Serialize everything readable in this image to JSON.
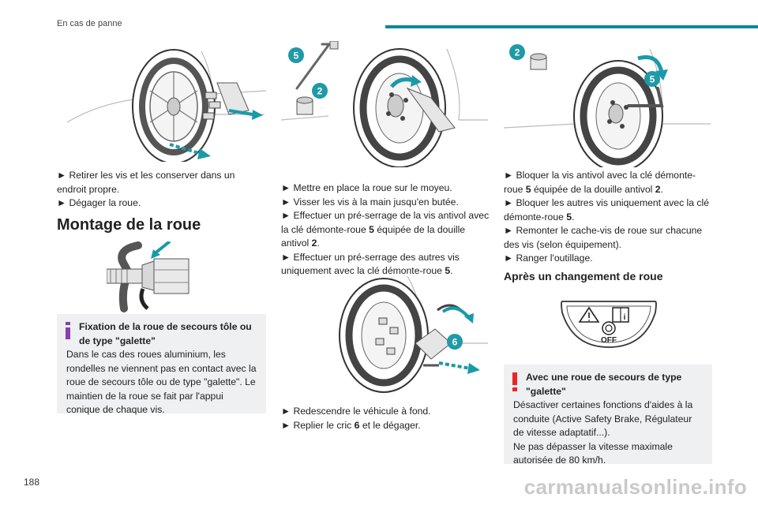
{
  "header": {
    "section": "En cas de panne"
  },
  "page_number": "188",
  "watermark": "carmanualsonline.info",
  "col1": {
    "steps": [
      "► Retirer les vis et les conserver dans un endroit propre.",
      "► Dégager la roue."
    ],
    "heading": "Montage de la roue",
    "note": {
      "title": "Fixation de la roue de secours tôle ou de type \"galette\"",
      "body": "Dans le cas des roues aluminium, les rondelles ne viennent pas en contact avec la roue de secours tôle ou de type \"galette\". Le maintien de la roue se fait par l'appui conique de chaque vis."
    }
  },
  "col2": {
    "labels": {
      "key": "5",
      "socket": "2",
      "jack": "6"
    },
    "steps1": {
      "s1": "► Mettre en place la roue sur le moyeu.",
      "s2": "► Visser les vis à la main jusqu'en butée.",
      "s3a": "► Effectuer un pré-serrage de la vis antivol avec la clé démonte-roue ",
      "s3n": "5",
      "s3b": " équipée de la douille antivol ",
      "s3m": "2",
      "s3c": ".",
      "s4a": "► Effectuer un pré-serrage des autres vis uniquement avec la clé démonte-roue ",
      "s4n": "5",
      "s4c": "."
    },
    "steps2": {
      "s1": "► Redescendre le véhicule à fond.",
      "s2a": "► Replier le cric ",
      "s2n": "6",
      "s2c": " et le dégager."
    }
  },
  "col3": {
    "labels": {
      "socket": "2",
      "key": "5"
    },
    "steps": {
      "s1a": "► Bloquer la vis antivol avec la clé démonte-roue ",
      "s1n": "5",
      "s1b": " équipée de la douille antivol ",
      "s1m": "2",
      "s1c": ".",
      "s2a": "► Bloquer les autres vis uniquement avec la clé démonte-roue ",
      "s2n": "5",
      "s2c": ".",
      "s3": "► Remonter le cache-vis de roue sur chacune des vis (selon équipement).",
      "s4": "► Ranger l'outillage."
    },
    "heading": "Après un changement de roue",
    "off_label": "OFF",
    "note": {
      "title": "Avec une roue de secours de type \"galette\"",
      "body1": "Désactiver certaines fonctions d'aides à la conduite (Active Safety Brake, Régulateur de vitesse adaptatif...).",
      "body2": "Ne pas dépasser la vitesse maximale autorisée de 80 km/h."
    }
  },
  "colors": {
    "accent": "#0b8a96",
    "badge": "#1f9aa6",
    "info": "#8a3fb0",
    "warn": "#e8262d",
    "arrow": "#1a9aa8"
  }
}
